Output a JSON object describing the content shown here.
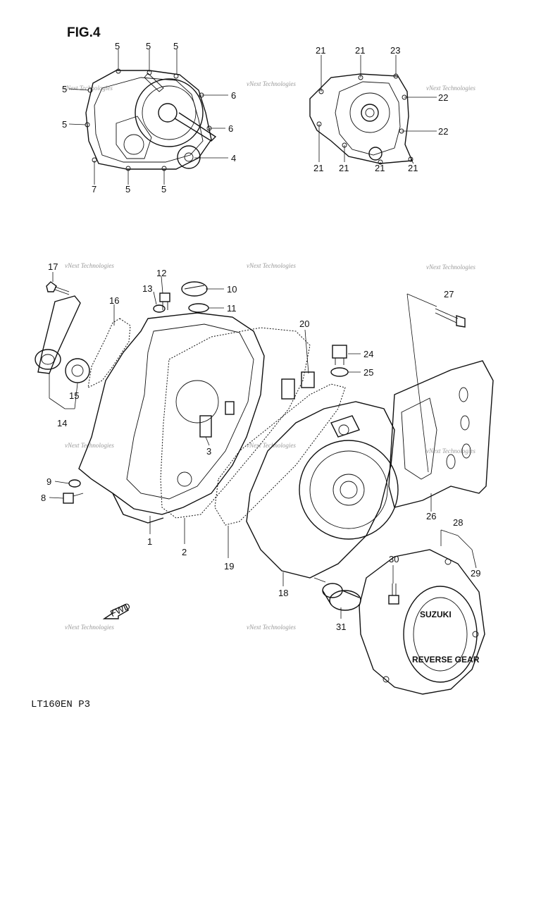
{
  "figure_title": "FIG.4",
  "footer_code": "LT160EN P3",
  "watermark": "vNext Technologies",
  "fwd_label": "FWD",
  "cover_stamp": "SUZUKI",
  "cover_stamp_2": "REVERSE GEAR",
  "callouts": {
    "c1": "1",
    "c2": "2",
    "c3": "3",
    "c4": "4",
    "c5a": "5",
    "c5b": "5",
    "c5c": "5",
    "c5d": "5",
    "c5e": "5",
    "c5f": "5",
    "c5g": "5",
    "c6a": "6",
    "c6b": "6",
    "c7": "7",
    "c8": "8",
    "c9": "9",
    "c10": "10",
    "c11": "11",
    "c12": "12",
    "c13": "13",
    "c14": "14",
    "c15": "15",
    "c16": "16",
    "c17": "17",
    "c18": "18",
    "c19": "19",
    "c20": "20",
    "c21a": "21",
    "c21b": "21",
    "c21c": "21",
    "c21d": "21",
    "c21e": "21",
    "c21f": "21",
    "c22a": "22",
    "c22b": "22",
    "c23": "23",
    "c24": "24",
    "c25": "25",
    "c26": "26",
    "c27": "27",
    "c28": "28",
    "c29": "29",
    "c30": "30",
    "c31": "31"
  }
}
